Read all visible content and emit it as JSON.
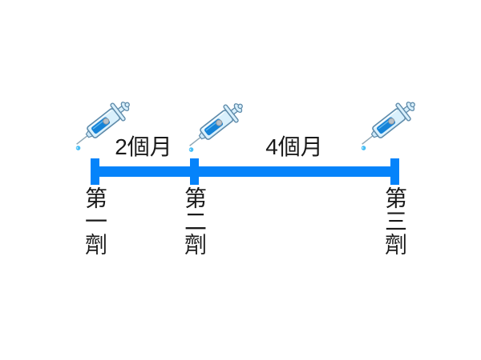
{
  "page": {
    "background_color": "#ffffff",
    "text_color": "#1a1a1a"
  },
  "timeline": {
    "bar_color": "#0583FA",
    "intervals": [
      {
        "label": "2個月"
      },
      {
        "label": "4個月"
      }
    ],
    "doses": [
      {
        "label": "第一劑"
      },
      {
        "label": "第二劑"
      },
      {
        "label": "第三劑"
      }
    ]
  },
  "icons": {
    "syringe": {
      "name": "syringe-icon",
      "body_color": "#D9F0FC",
      "liquid_color": "#1583D8",
      "outline_color": "#5F8BAA",
      "droplet_color": "#45BDF5"
    }
  }
}
